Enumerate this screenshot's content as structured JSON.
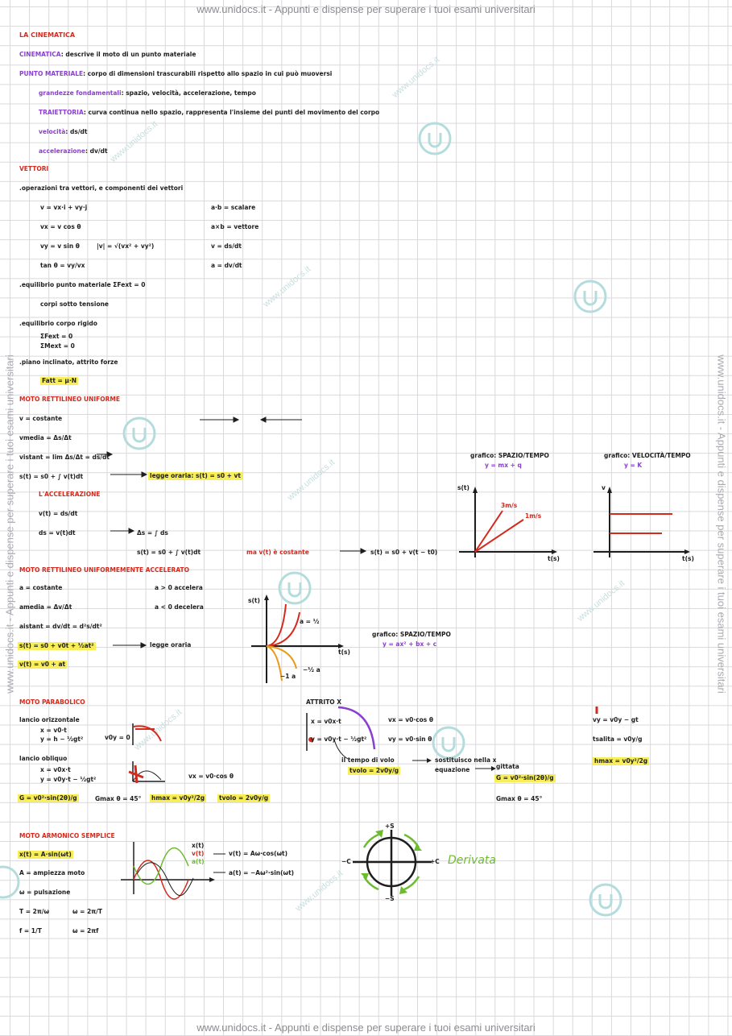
{
  "watermark": {
    "header": "www.unidocs.it - Appunti e dispense per superare i tuoi esami universitari",
    "footer": "www.unidocs.it - Appunti e dispense per superare i tuoi esami universitari",
    "side": "www.unidocs.it - Appunti e dispense per superare i tuoi esami universitari",
    "diagonal": "www.unidocs.it",
    "logo_icon": "unidocs-logo-icon"
  },
  "notes": {
    "title": "LA CINEMATICA",
    "intro": [
      {
        "label": "CINEMATICA",
        "text": ": descrive il moto di un punto materiale"
      },
      {
        "label": "PUNTO MATERIALE",
        "text": ": corpo di dimensioni trascurabili rispetto allo spazio in cui può muoversi"
      },
      {
        "label": "grandezze fondamentali",
        "text": ": spazio, velocità, accelerazione, tempo"
      },
      {
        "label": "TRAIETTORIA",
        "text": ": curva continua nello spazio, rappresenta l'insieme dei punti del movimento del corpo"
      },
      {
        "label": "velocità",
        "text": ": ds/dt"
      },
      {
        "label": "accelerazione",
        "text": ": dv/dt"
      }
    ],
    "vectors_title": "VETTORI",
    "vectors": [
      ".operazioni tra vettori, e componenti dei vettori",
      "v = vx·i + vy·j",
      "vx = v cos θ",
      "vy = v sin θ",
      "|v| = √(vx² + vy²)",
      "tan θ = vy/vx",
      "a·b = scalare",
      "a×b = vettore",
      "v = ds/dt",
      "a = dv/dt",
      ".equilibrio punto materiale   ΣFext = 0",
      "corpi sotto tensione",
      ".equilibrio corpo rigido",
      "ΣFext = 0",
      "ΣMext = 0",
      ".piano inclinato, attrito forze",
      "Fatt = μ·N"
    ],
    "mru_title": "MOTO RETTILINEO UNIFORME",
    "mru": [
      "v = costante",
      "vmedia = Δs/Δt",
      "vistant = lim Δs/Δt = ds/dt",
      "s(t) = s0 + ∫ v(t)dt",
      "legge oraria: s(t) = s0 + vt",
      "L'ACCELERAZIONE",
      "v(t) = ds/dt",
      "ds = v(t)dt",
      "Δs = ∫ ds",
      "s(t) = s0 + ∫ v(t)dt",
      "ma v(t) è costante",
      "s(t) = s0 + v(t − t0)"
    ],
    "mru_graphs": [
      {
        "title": "grafico: SPAZIO/TEMPO",
        "subtitle": "y = mx + q",
        "ylabel": "s(t)",
        "xlabel": "t(s)",
        "labels": [
          "3m/s",
          "1m/s"
        ]
      },
      {
        "title": "grafico: VELOCITÀ/TEMPO",
        "subtitle": "y = K",
        "ylabel": "v",
        "xlabel": "t(s)"
      }
    ],
    "mrua_title": "MOTO RETTILINEO UNIFORMEMENTE ACCELERATO",
    "mrua": [
      "a = costante",
      "a > 0 accelera",
      "a < 0 decelera",
      "amedia = Δv/Δt",
      "aistant = dv/dt = d²s/dt²",
      "s(t) = s0 + v0t + ½at²",
      "legge oraria",
      "v(t) = v0 + at"
    ],
    "mrua_graph": {
      "title": "grafico: SPAZIO/TEMPO",
      "subtitle": "y = ax² + bx + c",
      "ylabel": "s(t)",
      "xlabel": "t(s)",
      "labels": [
        "a = ½",
        "−½ a",
        "−1 a"
      ]
    },
    "parab_title": "MOTO PARABOLICO",
    "parab": [
      "lancio orizzontale",
      "x = v0·t",
      "y = h − ½gt²",
      "v0y = 0",
      "lancio obliquo",
      "x = v0x·t",
      "y = v0y·t − ½gt²",
      "vx = v0·cos θ",
      "G = v0²·sin(2θ)/g",
      "Gmax θ = 45°",
      "hmax = v0y²/2g",
      "tvolo = 2v0y/g",
      "ATTRITO X",
      "x = v0x·t",
      "y = v0y·t − ½gt²",
      "vx = v0·cos θ",
      "vy = v0·sin θ",
      "il tempo di volo",
      "tvolo = 2v0y/g",
      "sostituisco nella x",
      "equazione",
      "gittata",
      "G = v0²·sin(2θ)/g",
      "Gmax θ = 45°",
      "vy = v0y − gt",
      "tsalita = v0y/g",
      "hmax = v0y²/2g"
    ],
    "mas_title": "MOTO ARMONICO SEMPLICE",
    "mas": [
      "x(t) = A·sin(ωt)",
      "A = ampiezza moto",
      "ω = pulsazione",
      "T = 2π/ω",
      "ω = 2π/T",
      "f = 1/T",
      "ω = 2πf",
      "v(t) = Aω·cos(ωt)",
      "a(t) = −Aω²·sin(ωt)",
      "x(t)",
      "v(t)",
      "a(t)"
    ],
    "derivative_circle": {
      "top": "+S",
      "bottom": "−S",
      "left": "−C",
      "right": "+C",
      "label": "Derivata"
    }
  },
  "colors": {
    "heading_red": "#d42a1e",
    "label_purple": "#8a3fd1",
    "highlight_yellow": "#f7ee5a",
    "accent_green": "#6dbb2e",
    "curve_orange": "#e89a1a",
    "grid": "#d9d9dc"
  }
}
